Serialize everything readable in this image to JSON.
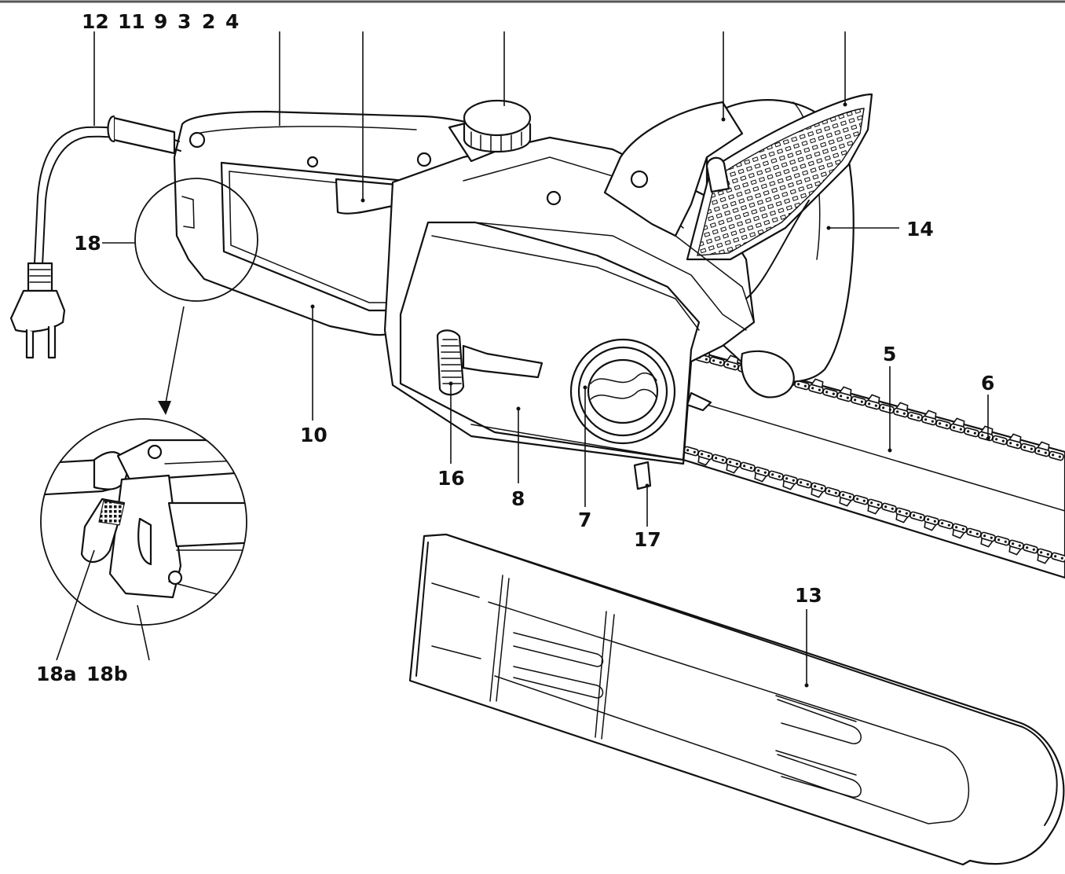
{
  "labels": {
    "top_row": [
      "12",
      "11",
      "9",
      "3",
      "2",
      "4"
    ],
    "l14": "14",
    "l18": "18",
    "l10": "10",
    "l16": "16",
    "l8": "8",
    "l7": "7",
    "l17": "17",
    "l5": "5",
    "l6": "6",
    "l13": "13",
    "l18a": "18a",
    "l18b": "18b"
  },
  "colors": {
    "line": "#111111",
    "paper": "#ffffff"
  }
}
